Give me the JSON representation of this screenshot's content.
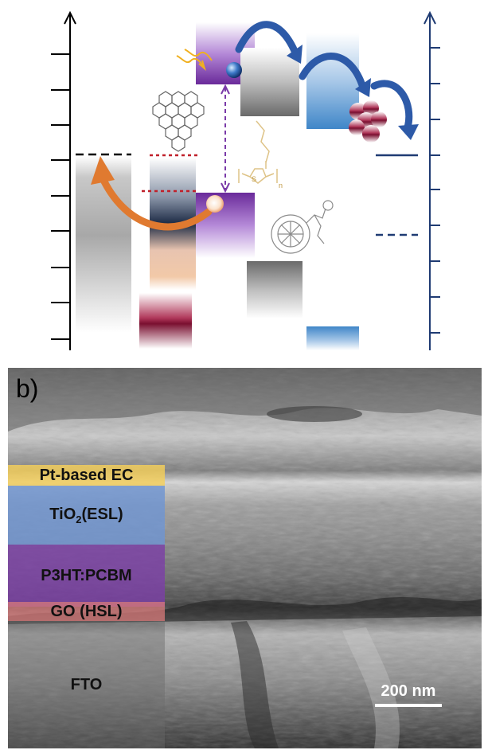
{
  "panel_b": {
    "label": "b)",
    "layers": [
      {
        "id": "pt",
        "text": "Pt-based EC",
        "color": "#f5cf5a"
      },
      {
        "id": "tio2",
        "main": "TiO",
        "sub": "2",
        "rest": " (ESL)",
        "color": "#6f95d2"
      },
      {
        "id": "p3ht",
        "text": "P3HT:PCBM",
        "color": "#7b3fa6"
      },
      {
        "id": "go",
        "text": "GO (HSL)",
        "color": "#d87a7a"
      },
      {
        "id": "fto",
        "text": "FTO",
        "color": "#6a6a6a"
      }
    ],
    "scale_bar": "200 nm"
  },
  "panel_a": {
    "left_axis_color": "#000000",
    "right_axis_color": "#1f3b73",
    "molecule_icons": [
      "graphene-oxide-icon",
      "p3ht-icon",
      "pcbm-icon",
      "pt-nanoparticles-icon"
    ],
    "p3ht_subscript": "n",
    "colors": {
      "p3ht": "#8a4fc0",
      "tio2": "#3f86c8",
      "electron_arrow": "#2d5aa8",
      "hole_arrow": "#e07a30",
      "light": "#f0b020",
      "dash_red": "#c0202a",
      "dash_purple": "#7a3aa8"
    }
  }
}
